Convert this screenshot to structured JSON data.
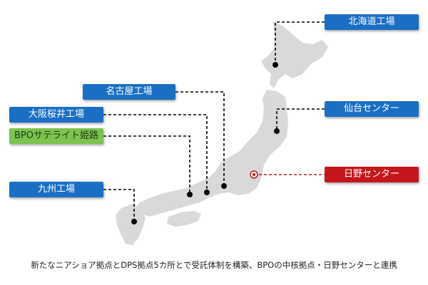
{
  "map": {
    "land_color": "#d9d9d9",
    "label_blue": "#1a6fc4",
    "label_green": "#7cc34f",
    "label_red": "#c4161c"
  },
  "locations": {
    "hokkaido": "北海道工場",
    "nagoya": "名古屋工場",
    "osaka": "大阪桜井工場",
    "bpo_himeji": "BPOサテライト姫路",
    "sendai": "仙台センター",
    "kyushu": "九州工場",
    "hino": "日野センター"
  },
  "caption": "新たなニアショア拠点とDPS拠点5カ所とで受託体制を構築、BPOの中核拠点・日野センターと連携"
}
